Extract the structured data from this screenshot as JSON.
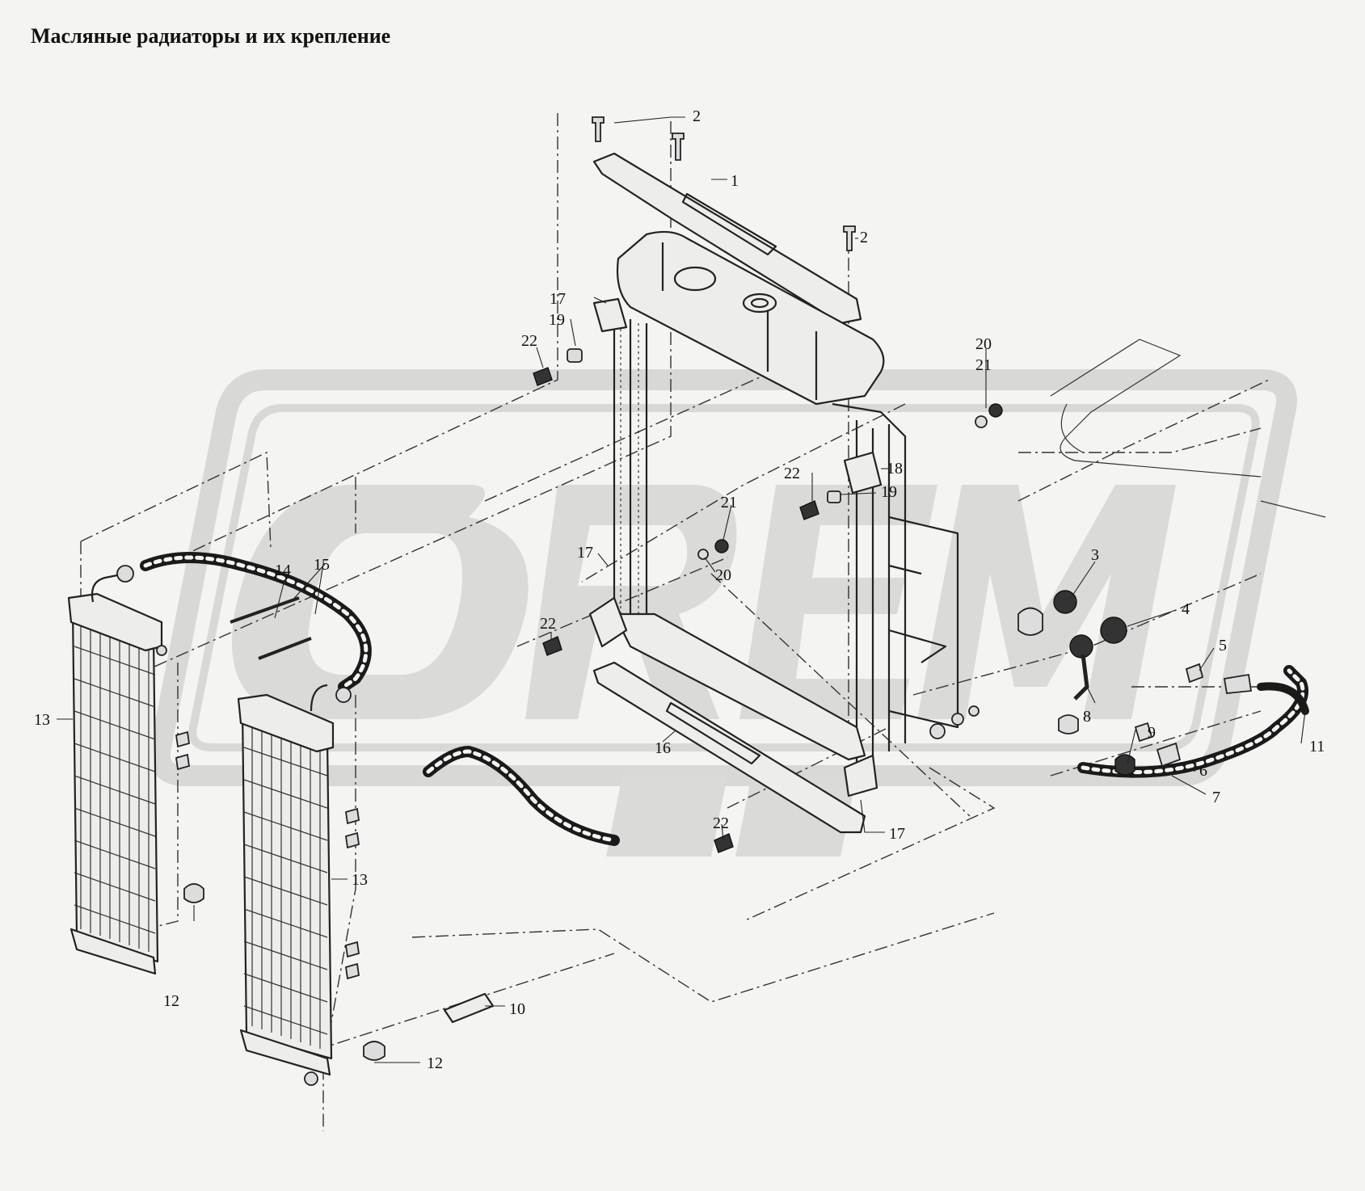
{
  "title": "Масляные радиаторы и их крепление",
  "callouts": [
    {
      "id": "c1",
      "text": "1"
    },
    {
      "id": "c2a",
      "text": "2"
    },
    {
      "id": "c2b",
      "text": "2"
    },
    {
      "id": "c3",
      "text": "3"
    },
    {
      "id": "c4",
      "text": "4"
    },
    {
      "id": "c5",
      "text": "5"
    },
    {
      "id": "c6",
      "text": "6"
    },
    {
      "id": "c7",
      "text": "7"
    },
    {
      "id": "c8",
      "text": "8"
    },
    {
      "id": "c9",
      "text": "9"
    },
    {
      "id": "c10",
      "text": "10"
    },
    {
      "id": "c11",
      "text": "11"
    },
    {
      "id": "c12a",
      "text": "12"
    },
    {
      "id": "c12b",
      "text": "12"
    },
    {
      "id": "c13a",
      "text": "13"
    },
    {
      "id": "c13b",
      "text": "13"
    },
    {
      "id": "c14",
      "text": "14"
    },
    {
      "id": "c15",
      "text": "15"
    },
    {
      "id": "c16",
      "text": "16"
    },
    {
      "id": "c17a",
      "text": "17"
    },
    {
      "id": "c17b",
      "text": "17"
    },
    {
      "id": "c17c",
      "text": "17"
    },
    {
      "id": "c18",
      "text": "18"
    },
    {
      "id": "c19a",
      "text": "19"
    },
    {
      "id": "c19b",
      "text": "19"
    },
    {
      "id": "c20a",
      "text": "20"
    },
    {
      "id": "c20b",
      "text": "20"
    },
    {
      "id": "c21a",
      "text": "21"
    },
    {
      "id": "c21b",
      "text": "21"
    },
    {
      "id": "c22a",
      "text": "22"
    },
    {
      "id": "c22b",
      "text": "22"
    },
    {
      "id": "c22c",
      "text": "22"
    },
    {
      "id": "c22d",
      "text": "22"
    }
  ],
  "colors": {
    "background": "#f4f4f2",
    "line": "#222222",
    "watermark": "#d8d8d6"
  }
}
